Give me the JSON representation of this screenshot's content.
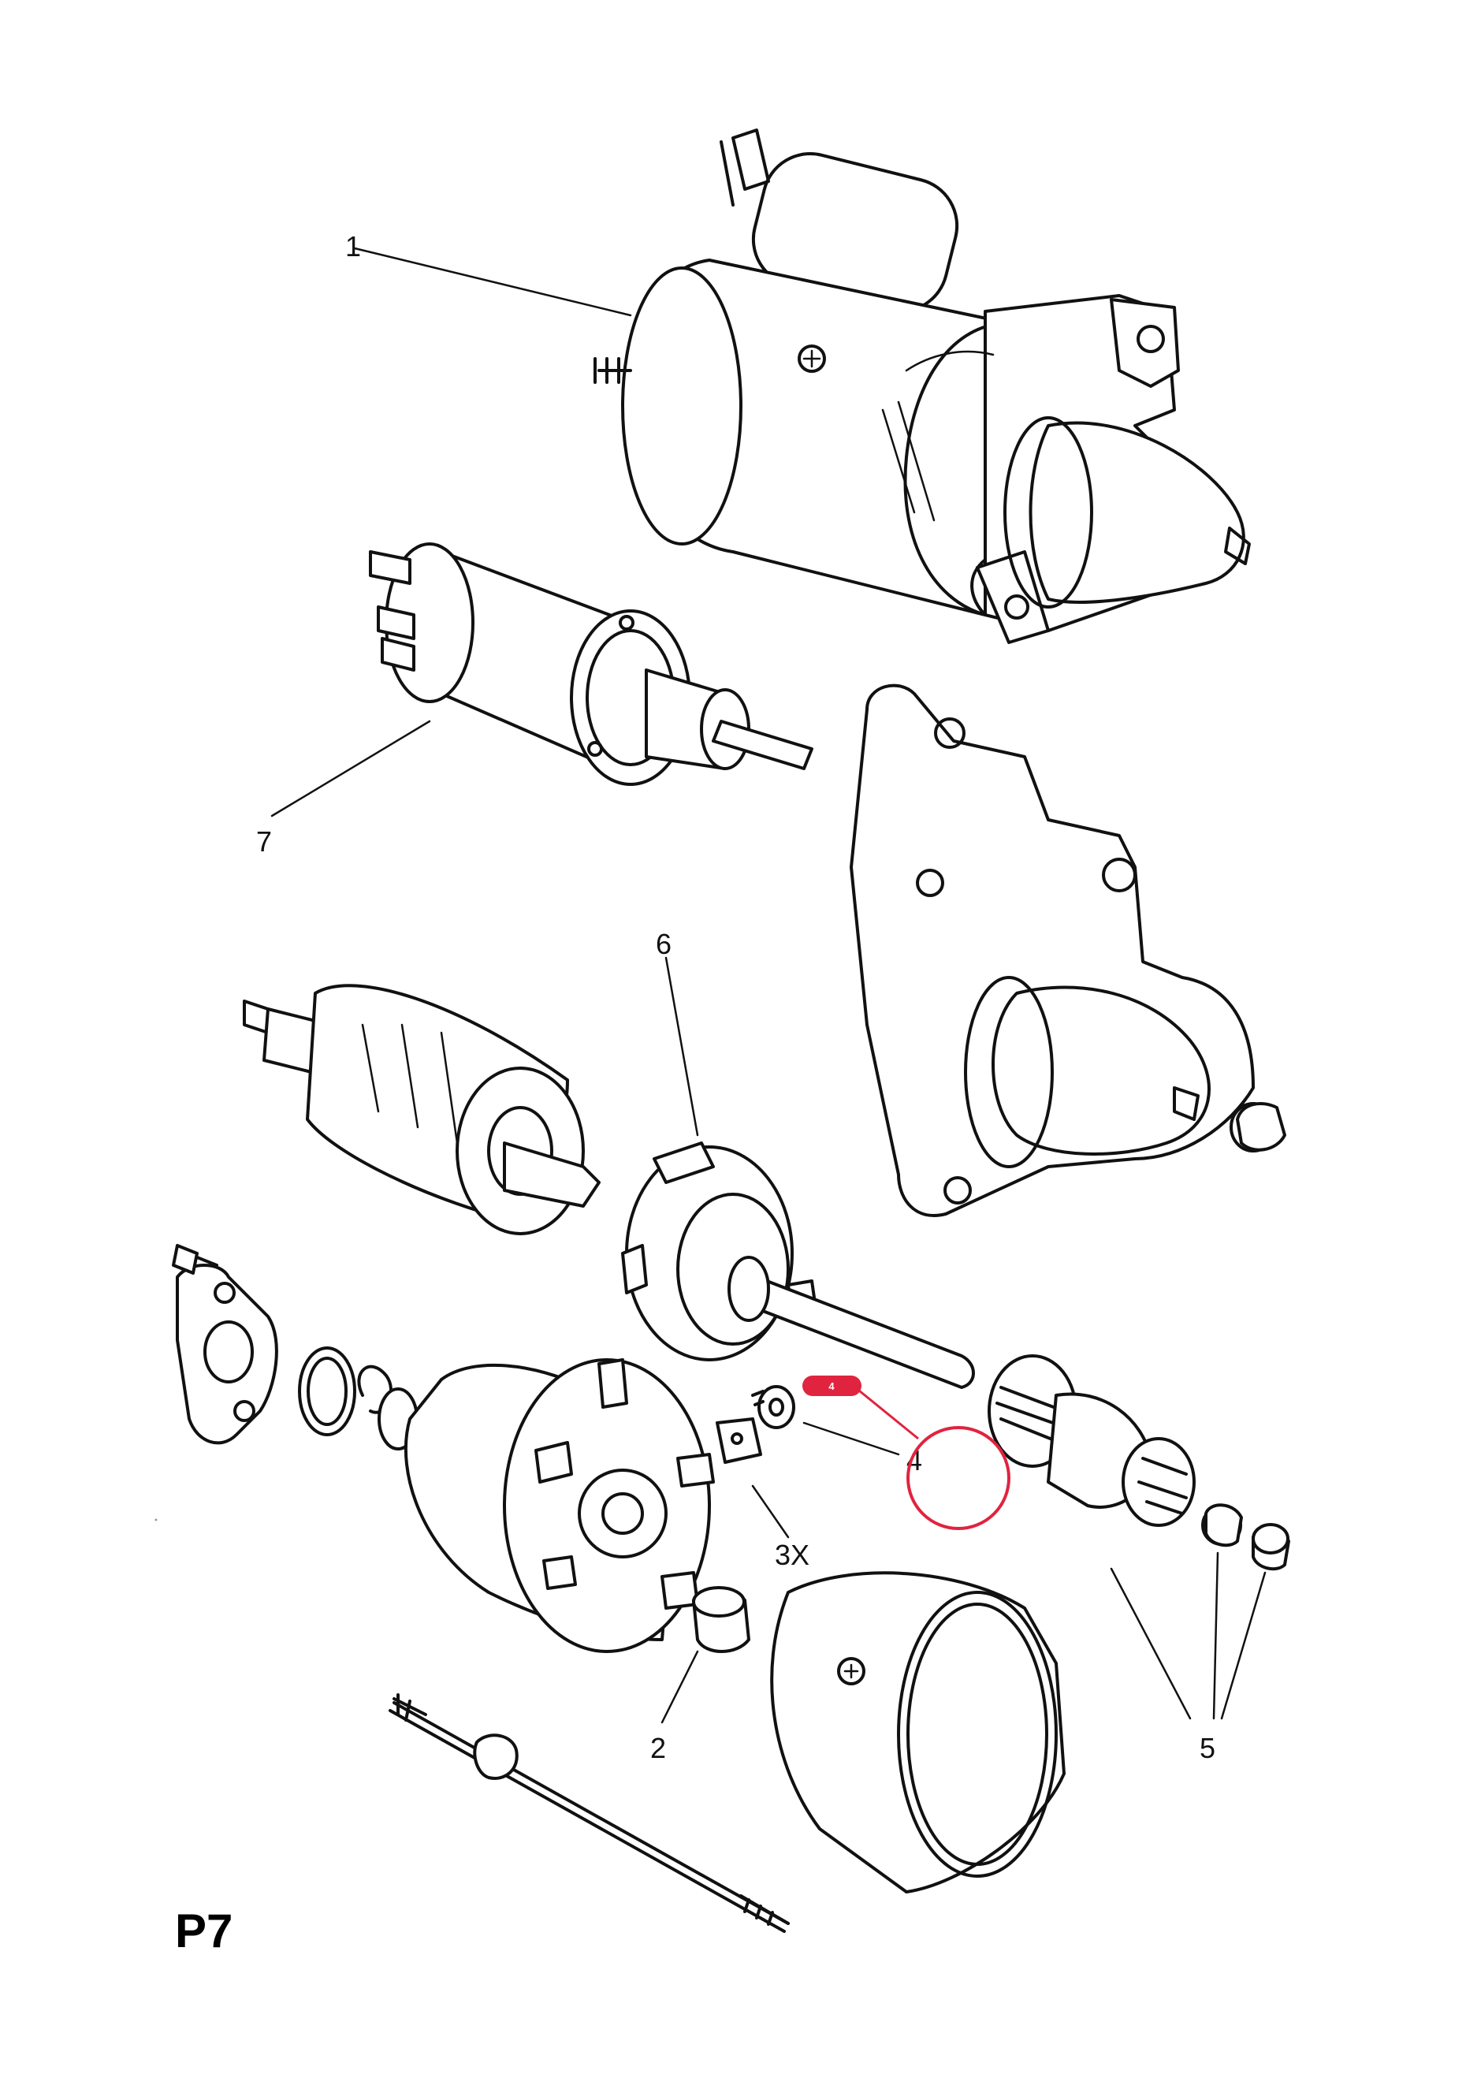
{
  "diagram": {
    "page_code": "P7",
    "part_labels": [
      "1",
      "7",
      "6",
      "2",
      "3X",
      "4",
      "5"
    ],
    "highlight": {
      "badge": "4",
      "color": "#e0243f"
    }
  }
}
